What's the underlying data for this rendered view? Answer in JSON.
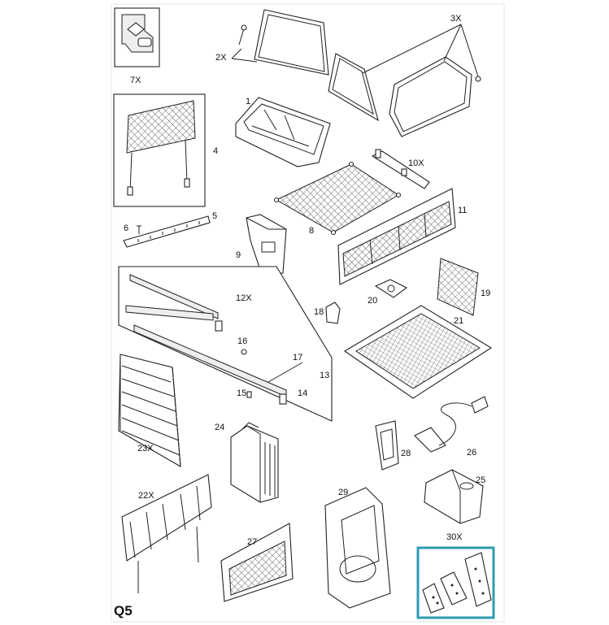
{
  "page_label": "Q5",
  "callouts": {
    "c7x": "7X",
    "c2x": "2X",
    "c3x": "3X",
    "c1": "1",
    "c4": "4",
    "c10x": "10X",
    "c6": "6",
    "c5": "5",
    "c9": "9",
    "c8": "8",
    "c11": "11",
    "c12x": "12X",
    "c18": "18",
    "c20": "20",
    "c19": "19",
    "c21": "21",
    "c16": "16",
    "c17": "17",
    "c13": "13",
    "c15": "15",
    "c14": "14",
    "c23x": "23X",
    "c24": "24",
    "c28": "28",
    "c26": "26",
    "c25": "25",
    "c22x": "22X",
    "c29": "29",
    "c27": "27",
    "c30x": "30X"
  },
  "colors": {
    "highlight_frame": "#2e9bb3",
    "line": "#222222"
  },
  "highlighted_part": "30X"
}
